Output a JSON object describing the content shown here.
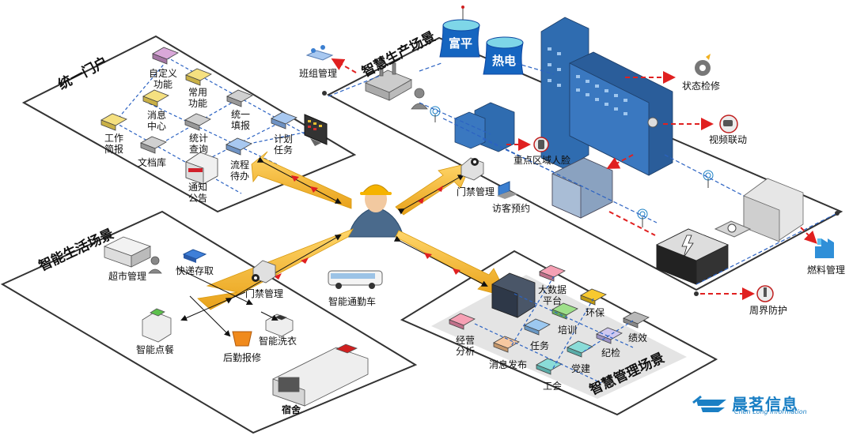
{
  "panels": {
    "portal": {
      "title": "统一门户",
      "items": {
        "custom": "自定义\n功能",
        "common": "常用\n功能",
        "message": "消息\n中心",
        "unified_fill": "统一\n填报",
        "work_brief": "工作\n简报",
        "stat_query": "统计\n查询",
        "plan_task": "计划\n任务",
        "doc_lib": "文档库",
        "flow_todo": "流程\n待办",
        "notice": "通知\n公告"
      }
    },
    "life": {
      "title": "智能生活场景",
      "items": {
        "supermarket": "超市管理",
        "express": "快递存取",
        "gate": "门禁管理",
        "shuttle": "智能通勤车",
        "ordering": "智能点餐",
        "laundry": "智能洗衣",
        "repair": "后勤报修",
        "dorm": "宿舍"
      }
    },
    "production": {
      "title": "智慧生产场景",
      "items": {
        "team": "班组管理",
        "status": "状态检修",
        "video": "视频联动",
        "face": "重点区域人脸",
        "gate": "门禁管理",
        "visitor": "访客预约",
        "fuel": "燃料管理",
        "perimeter": "周界防护"
      },
      "towers": [
        "富平",
        "热电"
      ]
    },
    "management": {
      "title": "智慧管理场景",
      "items": {
        "bigdata": "大数据\n平台",
        "env": "环保",
        "ops": "经营\n分析",
        "training": "培训",
        "perf": "绩效",
        "task": "任务",
        "discipline": "纪检",
        "msg": "消息发布",
        "party": "党建",
        "union": "工会"
      }
    }
  },
  "brand": {
    "cn": "晨茗信息",
    "en": "Chen Long Information"
  },
  "colors": {
    "arrow": "#f2b630",
    "red": "#e02020",
    "tower": "#1565c0",
    "building": "#2a5d9a",
    "panel_border": "#333333"
  }
}
